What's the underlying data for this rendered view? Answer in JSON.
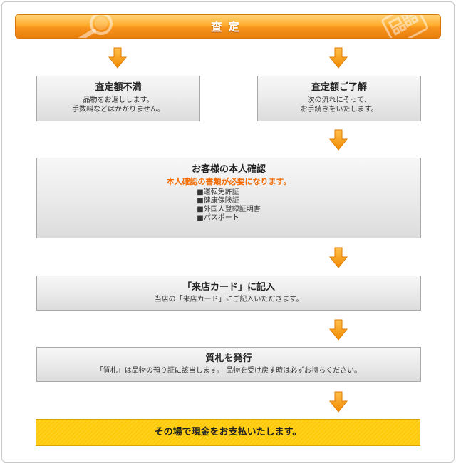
{
  "header": {
    "title": "査定"
  },
  "left_box": {
    "title": "査定額不満",
    "lines": [
      "品物をお返しします。",
      "手数料などはかかりません。"
    ]
  },
  "right_box": {
    "title": "査定額ご了解",
    "lines": [
      "次の流れにそって、",
      "お手続きをいたします。"
    ]
  },
  "identity_box": {
    "title": "お客様の本人確認",
    "note": "本人確認の書類が必要になります。",
    "documents": [
      "■運転免許証",
      "■健康保険証",
      "■外国人登録証明書",
      "■パスポート"
    ]
  },
  "card_box": {
    "title": "「来店カード」に記入",
    "text": "当店の「来店カード」にご記入いただきます。"
  },
  "ticket_box": {
    "title": "質札を発行",
    "text": "「質札」は品物の預り証に該当します。 品物を受け戻す時は必ずお持ちください。"
  },
  "final_box": {
    "text": "その場で現金をお支払いたします。"
  },
  "colors": {
    "banner": "#f7941d",
    "arrow": "#f7941d",
    "note": "#f26a00",
    "final": "#ffd21f"
  }
}
